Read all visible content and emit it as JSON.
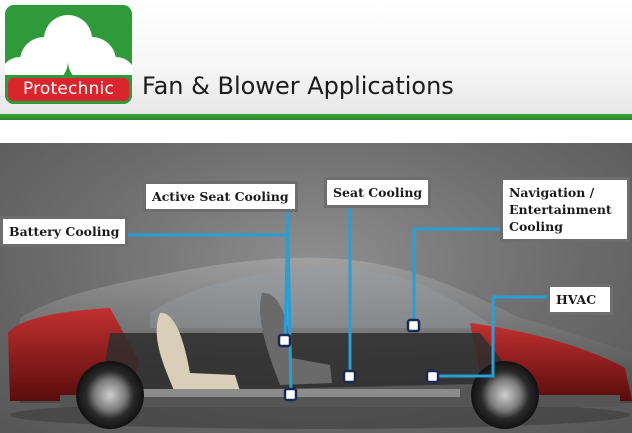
{
  "header": {
    "logo_text": "Protechnic",
    "title": "Fan & Blower Applications"
  },
  "callouts": {
    "battery": "Battery Cooling",
    "active_seat": "Active Seat Cooling",
    "seat": "Seat Cooling",
    "navigation_line1": "Navigation /",
    "navigation_line2": "Entertainment",
    "navigation_line3": "Cooling",
    "hvac": "HVAC"
  },
  "colors": {
    "brand_green": "#2f9a3a",
    "brand_red": "#d8262c",
    "leader_line": "#2a9fd6",
    "car_body": "#8a1414"
  }
}
